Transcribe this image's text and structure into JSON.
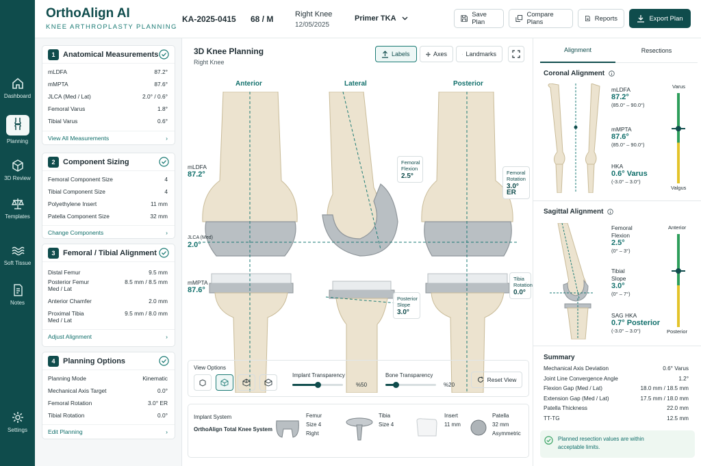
{
  "app": {
    "name": "OrthoAlign AI",
    "subtitle": "KNEE ARTHROPLASTY PLANNING"
  },
  "patient": {
    "id": "KA-2025-0415",
    "age_sex": "68 / M",
    "side": "Right Knee",
    "date": "12/05/2025",
    "procedure": "Primer TKA"
  },
  "actions": {
    "save": "Save Plan",
    "compare": "Compare Plans",
    "reports": "Reports",
    "export": "Export Plan"
  },
  "nav": [
    {
      "label": "Dashboard",
      "icon": "home-icon"
    },
    {
      "label": "Planning",
      "icon": "knee-icon"
    },
    {
      "label": "3D Review",
      "icon": "cube-icon"
    },
    {
      "label": "Templates",
      "icon": "balance-icon"
    },
    {
      "label": "Soft Tissue",
      "icon": "waves-icon"
    },
    {
      "label": "Notes",
      "icon": "notes-icon"
    },
    {
      "label": "Settings",
      "icon": "gear-icon"
    }
  ],
  "anatomical": {
    "num": "1",
    "title": "Anatomical Measurements",
    "rows": [
      [
        "mLDFA",
        "87.2°"
      ],
      [
        "mMPTA",
        "87.6°"
      ],
      [
        "JLCA (Med / Lat)",
        "2.0° / 0.6°"
      ],
      [
        "Femoral Varus",
        "1.8°"
      ],
      [
        "Tibial Varus",
        "0.6°"
      ]
    ],
    "link": "View All Measurements"
  },
  "sizing": {
    "num": "2",
    "title": "Component Sizing",
    "rows": [
      [
        "Femoral Component Size",
        "4"
      ],
      [
        "Tibial Component Size",
        "4"
      ],
      [
        "Polyethylene Insert",
        "11 mm"
      ],
      [
        "Patella Component Size",
        "32 mm"
      ]
    ],
    "link": "Change Components"
  },
  "alignment": {
    "num": "3",
    "title": "Femoral / Tibial Alignment",
    "rows": [
      [
        "Distal Femur",
        "9.5 mm"
      ],
      [
        "Posterior Femur Med / Lat",
        "8.5 mm / 8.5 mm"
      ],
      [
        "Anterior Chamfer",
        "2.0 mm"
      ],
      [
        "Proximal Tibia Med / Lat",
        "9.5 mm / 8.0 mm"
      ]
    ],
    "link": "Adjust Alignment"
  },
  "planning": {
    "num": "4",
    "title": "Planning Options",
    "rows": [
      [
        "Planning Mode",
        "Kinematic"
      ],
      [
        "Mechanical Axis Target",
        "0.0°"
      ],
      [
        "Femoral Rotation",
        "3.0° ER"
      ],
      [
        "Tibial Rotation",
        "0.0°"
      ]
    ],
    "link": "Edit Planning"
  },
  "viewer": {
    "title": "3D Knee Planning",
    "subtitle": "Right Knee",
    "btn_labels": "Labels",
    "btn_axes": "Axes",
    "btn_landmarks": "Landmarks",
    "view_ant": "Anterior",
    "view_lat": "Lateral",
    "view_post": "Posterior",
    "mldfa_l": "mLDFA",
    "mldfa_v": "87.2°",
    "jlca_l": "JLCA (Med)",
    "jlca_v": "2.0°",
    "mmpta_l": "mMPTA",
    "mmpta_v": "87.6°",
    "flex_l": "Femoral Flexion",
    "flex_v": "2.5°",
    "slope_l": "Posterior Slope",
    "slope_v": "3.0°",
    "rot_l": "Femoral Rotation",
    "rot_v": "3.0° ER",
    "trot_l": "Tibia Rotation",
    "trot_v": "0.0°"
  },
  "view_options": {
    "label": "View Options",
    "implant_label": "Implant Transparency",
    "implant_value": "%50",
    "implant_level": 0.5,
    "bone_label": "Bone Transparency",
    "bone_value": "%20",
    "bone_level": 0.2,
    "reset": "Reset View"
  },
  "implant": {
    "label": "Implant System",
    "name": "OrthoAlign Total Knee System",
    "femur_t": "Femur",
    "femur_s": "Size 4",
    "femur_side": "Right",
    "tibia_t": "Tibia",
    "tibia_s": "Size 4",
    "insert_t": "Insert",
    "insert_s": "11 mm",
    "patella_t": "Patella",
    "patella_s": "32 mm",
    "patella_x": "Asymmetric"
  },
  "tabs": {
    "alignment": "Alignment",
    "resections": "Resections"
  },
  "coronal": {
    "title": "Coronal Alignment",
    "mldfa_l": "mLDFA",
    "mldfa_v": "87.2°",
    "mldfa_r": "(85.0° – 90.0°)",
    "mmpta_l": "mMPTA",
    "mmpta_v": "87.6°",
    "mmpta_r": "(85.0° – 90.0°)",
    "hka_l": "HKA",
    "hka_v": "0.6° Varus",
    "hka_r": "(-3.0° – 3.0°)",
    "top": "Varus",
    "bottom": "Valgus"
  },
  "sagittal": {
    "title": "Sagittal Alignment",
    "flex_l1": "Femoral",
    "flex_l2": "Flexion",
    "flex_v": "2.5°",
    "flex_r": "(0° – 3°)",
    "slope_l1": "Tibial",
    "slope_l2": "Slope",
    "slope_v": "3.0°",
    "slope_r": "(0° – 7°)",
    "hka_l": "SAG HKA",
    "hka_v": "0.7° Posterior",
    "hka_r": "(-3.0° – 3.0°)",
    "top": "Anterior",
    "bottom": "Posterior"
  },
  "summary": {
    "title": "Summary",
    "rows": [
      [
        "Mechanical Axis Deviation",
        "0.6° Varus"
      ],
      [
        "Joint Line Convergence Angle",
        "1.2°"
      ],
      [
        "Flexion Gap (Med / Lat)",
        "18.0 mm / 18.5 mm"
      ],
      [
        "Extension Gap (Med / Lat)",
        "17.5 mm / 18.0 mm"
      ],
      [
        "Patella Thickness",
        "22.0 mm"
      ],
      [
        "TT-TG",
        "12.5 mm"
      ]
    ],
    "note": "Planned resection values are within acceptable limits."
  },
  "colors": {
    "primary": "#0f4c4c",
    "accent": "#1a7a74",
    "bone": "#ece3cf",
    "metal": "#b9bfc3",
    "ok": "#2e9e5b",
    "warn": "#e3c32a"
  }
}
